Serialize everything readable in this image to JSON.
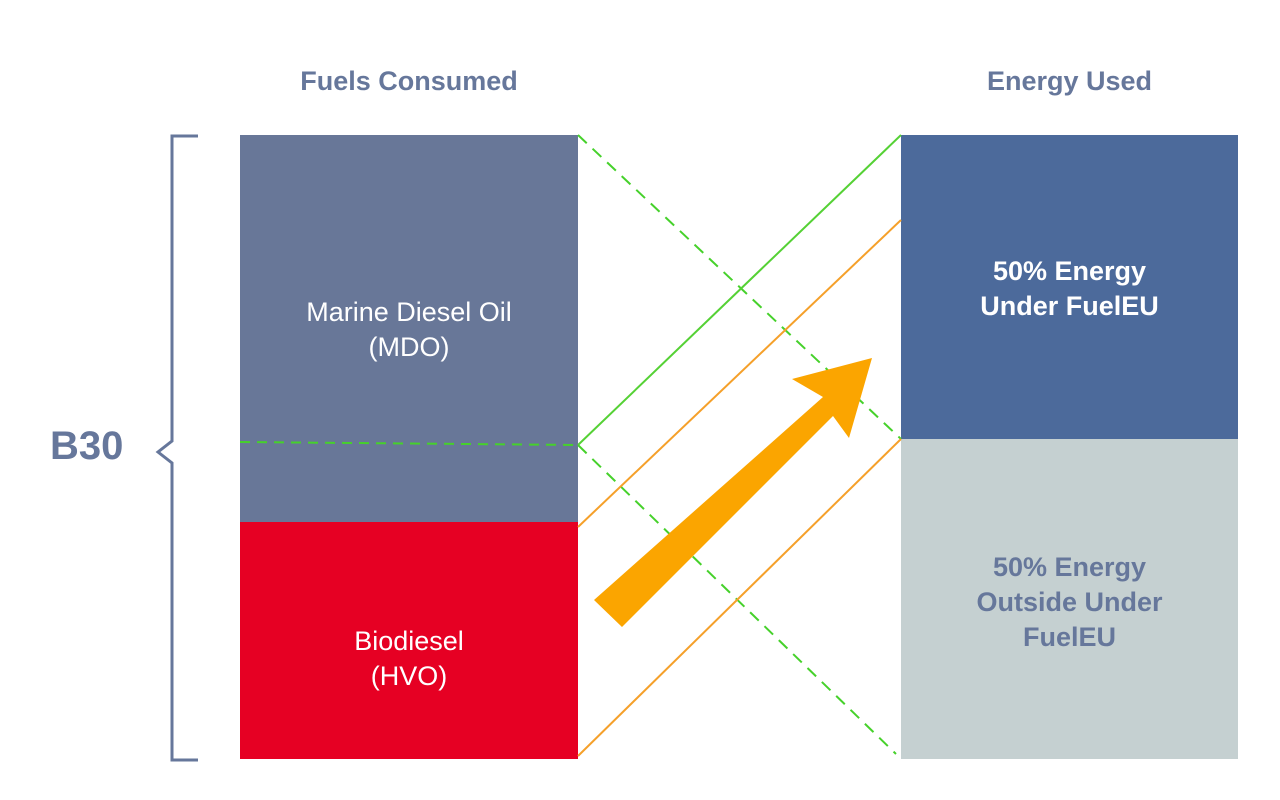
{
  "headings": {
    "fuels": "Fuels Consumed",
    "energy": "Energy Used"
  },
  "bracket_label": "B30",
  "blocks": {
    "mdo": {
      "line1": "Marine Diesel Oil",
      "line2": "(MDO)",
      "color": "#687798"
    },
    "hvo": {
      "line1": "Biodiesel",
      "line2": "(HVO)",
      "color": "#e60023"
    },
    "under": {
      "line1": "50% Energy",
      "line2": "Under FuelEU",
      "color": "#4c6a9b"
    },
    "outside": {
      "line1": "50% Energy",
      "line2": "Outside Under",
      "line3": "FuelEU",
      "color": "#c5d0d1"
    }
  },
  "colors": {
    "label_slate": "#66779b",
    "dashed_green": "#46d12b",
    "solid_green": "#55d135",
    "orange_line": "#f5a02a",
    "arrow": "#fba500"
  }
}
